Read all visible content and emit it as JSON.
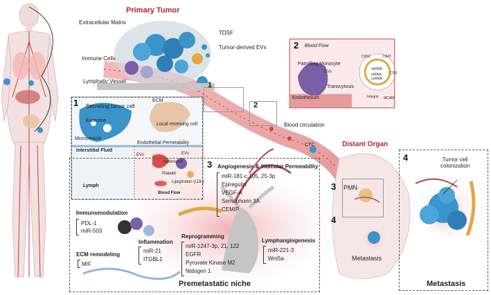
{
  "primary_tumor": {
    "title": "Primary Tumor",
    "ecm": "Extracellular Matrix",
    "tdsf": "TDSF",
    "evs": "Tumor-derived EVs",
    "immune": "Immune Cells",
    "lymphatic": "Lymphatic Vessel"
  },
  "distant_organ": "Distant Organ",
  "vessel": {
    "blood_circulation": "Blood circulation",
    "ctc": "CTC",
    "step1": "1",
    "step2": "2",
    "step3": "3",
    "step4": "4",
    "pmn": "PMN",
    "metastasis": "Metastasis"
  },
  "panel1": {
    "num": "1",
    "secreting": "Secreting tumor cell",
    "exosome": "Exosome",
    "microvesicle": "Microvesicle",
    "ecm": "ECM",
    "receiving": "Local receiving cell",
    "endothelial": "Endothelial Permeability",
    "interstitial": "Interstitial Fluid",
    "lymph": "Lymph",
    "evs1": "EVs",
    "evs2": "EVs",
    "neutrophil": "Neutrophil",
    "platelet": "Platelet",
    "lipoprotein": "Lipoprotein (LDL)",
    "bloodflow": "Blood Flow"
  },
  "panel2": {
    "num": "2",
    "bloodflow": "Blood Flow",
    "monocyte": "Patrolling Monocyte",
    "evs": "EVs",
    "transcytosis": "Transcytosis",
    "endothelium": "Endothelium",
    "cd63": "CD63",
    "cd47": "CD47",
    "cd9": "CD9",
    "mirna1": "miRNA",
    "mrna": "mRNA",
    "ncrna": "ncRNA",
    "integrin": "Integrin",
    "mcam": "MCAM"
  },
  "panel3": {
    "num": "3",
    "angio_title": "Angiogenesis & Vascular Permeability",
    "angio_items": [
      "miR-181-c,105, 25-3p",
      "Epiregulin",
      "VEGF-A",
      "Semaphorin 3A",
      "CEMIP"
    ],
    "immuno_title": "Immunomodulation",
    "immuno_items": [
      "PDL-1",
      "miR-503"
    ],
    "inflam_title": "Inflammation",
    "inflam_items": [
      "miR-21",
      "ITGBL1"
    ],
    "ecm_title": "ECM remodeling",
    "ecm_items": [
      "MIF"
    ],
    "reprog_title": "Reprogramming",
    "reprog_items": [
      "miR-1247-3p, 21, 122",
      "EGFR",
      "Pyruvate Kinase M2",
      "Nidogen 1"
    ],
    "lymph_title": "Lymphangiogenesis",
    "lymph_items": [
      "miR-221-3",
      "Wnt5a"
    ],
    "footer": "Premetastatic niche"
  },
  "panel4": {
    "num": "4",
    "colonization": "Tumor cell\ncolonization",
    "footer": "Metastasis"
  },
  "colors": {
    "accent_red": "#b4242e",
    "vessel": "#e8a0a0",
    "tumor": "#3a93c9",
    "lung": "#f6e6e6"
  }
}
